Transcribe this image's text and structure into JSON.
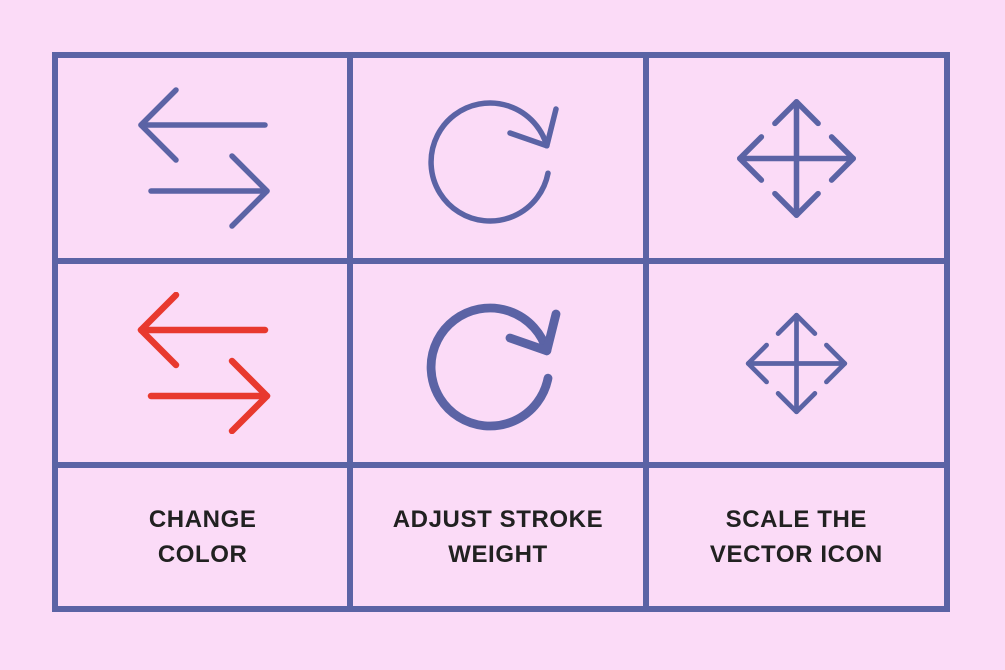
{
  "colors": {
    "background": "#fbdbf7",
    "line": "#5b63a5",
    "accent_red": "#e8392e",
    "text": "#212121"
  },
  "grid": {
    "rows": [
      {
        "cells": [
          {
            "icon": "swap-arrows-icon",
            "variant": "default"
          },
          {
            "icon": "rotate-clockwise-icon",
            "variant": "default"
          },
          {
            "icon": "move-arrows-icon",
            "variant": "default"
          }
        ]
      },
      {
        "cells": [
          {
            "icon": "swap-arrows-red-icon",
            "variant": "recolored-red"
          },
          {
            "icon": "rotate-clockwise-bold-icon",
            "variant": "heavier-stroke"
          },
          {
            "icon": "move-arrows-small-icon",
            "variant": "scaled-down"
          }
        ]
      },
      {
        "cells": [
          {
            "label": "CHANGE\nCOLOR"
          },
          {
            "label": "ADJUST STROKE\nWEIGHT"
          },
          {
            "label": "SCALE THE\nVECTOR ICON"
          }
        ]
      }
    ]
  },
  "labels": {
    "change_color": "CHANGE\nCOLOR",
    "adjust_stroke": "ADJUST STROKE\nWEIGHT",
    "scale_icon": "SCALE THE\nVECTOR ICON"
  }
}
